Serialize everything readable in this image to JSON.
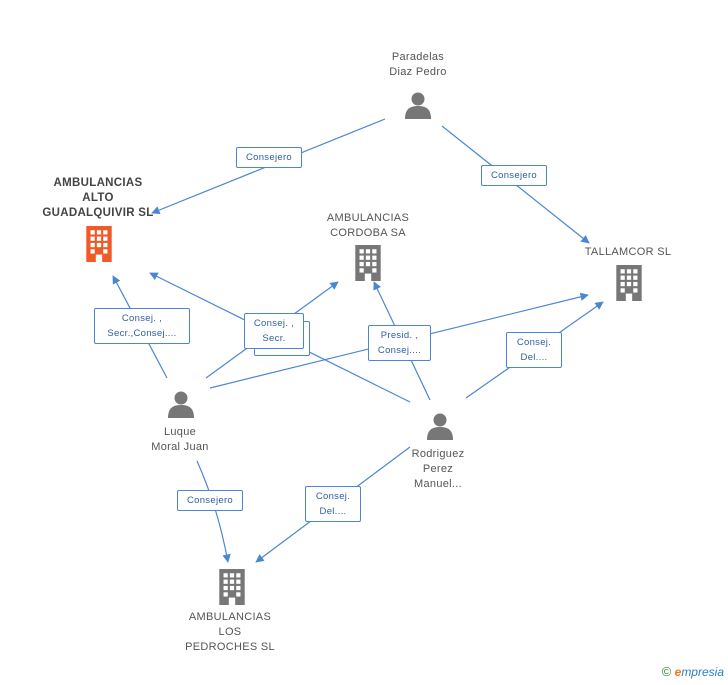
{
  "colors": {
    "edge": "#4a86d4",
    "person_icon": "#777777",
    "company_icon": "#777777",
    "company_highlight": "#f05a28"
  },
  "nodes": {
    "paradelas": {
      "label": "Paradelas\nDiaz Pedro",
      "type": "person-icon"
    },
    "amb_alto": {
      "label": "AMBULANCIAS\nALTO\nGUADALQUIVIR SL",
      "type": "building-icon"
    },
    "amb_cordoba": {
      "label": "AMBULANCIAS\nCORDOBA SA",
      "type": "building-icon"
    },
    "tallamcor": {
      "label": "TALLAMCOR SL",
      "type": "building-icon"
    },
    "luque": {
      "label": "Luque\nMoral Juan",
      "type": "person-icon"
    },
    "rodriguez": {
      "label": "Rodriguez\nPerez\nManuel...",
      "type": "person-icon"
    },
    "amb_pedroches": {
      "label": "AMBULANCIAS\nLOS\nPEDROCHES SL",
      "type": "building-icon"
    }
  },
  "edges": {
    "e1": "Consejero",
    "e2": "Consejero",
    "e3": "Consej. ,\nSecr.,Consej....",
    "e4": "Consej. ,\nSecr.",
    "e5": "Presid. ,\nConsej....",
    "e6": "Consej.\nDel....",
    "e7": "Consejero",
    "e8": "Consej.\nDel...."
  },
  "footer": {
    "copyright": "©",
    "brand_initial": "e",
    "brand_rest": "mpresia"
  }
}
